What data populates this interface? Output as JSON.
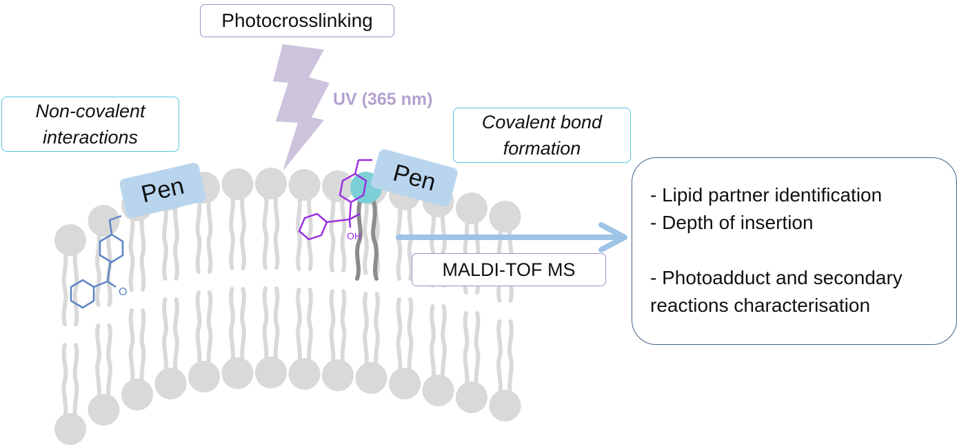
{
  "photocrosslinking_label": "Photocrosslinking",
  "uv_label": "UV (365 nm)",
  "noncovalent_label": {
    "line1": "Non-covalent",
    "line2": "interactions"
  },
  "covalent_label": {
    "line1": "Covalent bond",
    "line2": "formation"
  },
  "pen_label": "Pen",
  "oxygen_label": "O",
  "hydroxyl_label": "OH",
  "maldi_label": "MALDI-TOF MS",
  "results": [
    "- Lipid partner identification",
    "- Depth of insertion",
    "- Photoadduct and secondary",
    "reactions characterisation"
  ],
  "colors": {
    "lipid": "#d9d9d9",
    "lightning": "#cdc3dd",
    "uv_text": "#b2a1cf",
    "pen": "#b9d5ee",
    "benzophenone": "#5b82c4",
    "photoadduct": "#9a2ee0",
    "lipid_headgroup_crosslinked": "#7ccfd6",
    "crosslinked_tails": "#8c8c8c",
    "arrow": "#9dc3e6",
    "teal_border": "#4fc6dd",
    "purple_border": "#a48cc4",
    "navy_border": "#3c5e84"
  }
}
